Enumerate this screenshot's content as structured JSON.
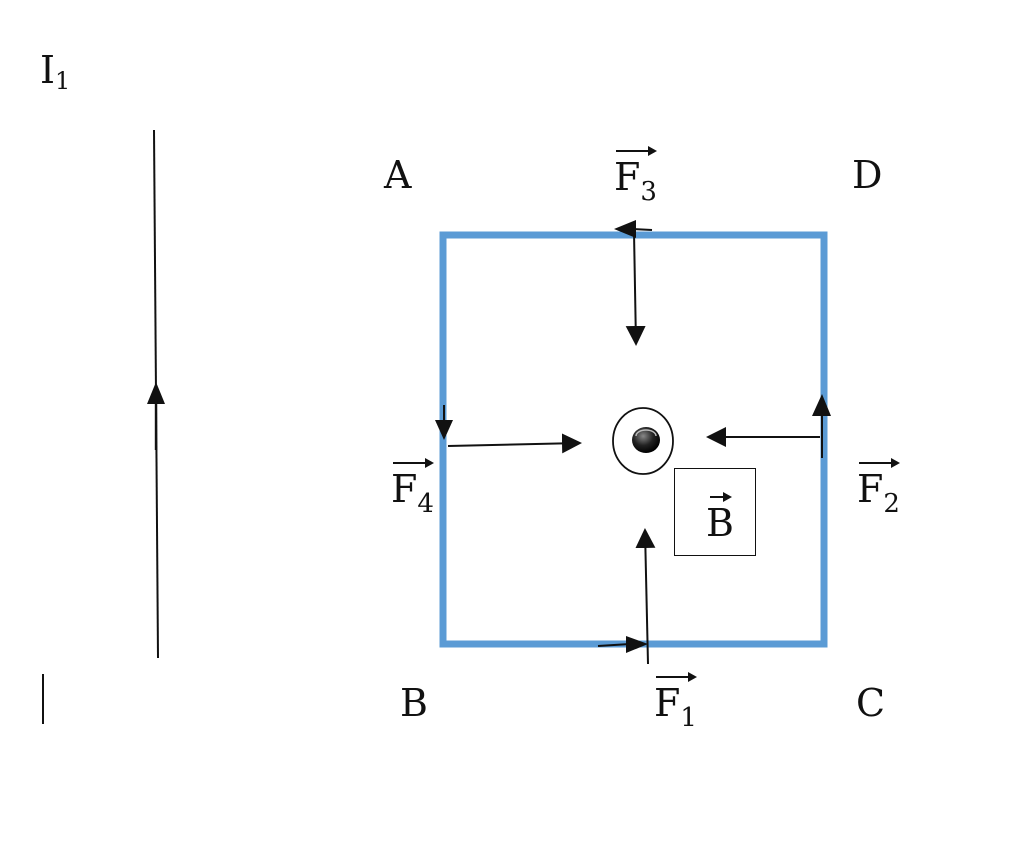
{
  "colors": {
    "loop": "#5b9bd5",
    "ink": "#111111"
  },
  "labels": {
    "current": {
      "base": "I",
      "sub": "1"
    },
    "corner_a": "A",
    "corner_b": "B",
    "corner_c": "C",
    "corner_d": "D",
    "force_1": {
      "base": "F",
      "sub": "1"
    },
    "force_2": {
      "base": "F",
      "sub": "2"
    },
    "force_3": {
      "base": "F",
      "sub": "3"
    },
    "force_4": {
      "base": "F",
      "sub": "4"
    },
    "field": {
      "base": "B"
    }
  },
  "icons": {
    "field_out_of_page": "dot-in-circle-icon"
  }
}
